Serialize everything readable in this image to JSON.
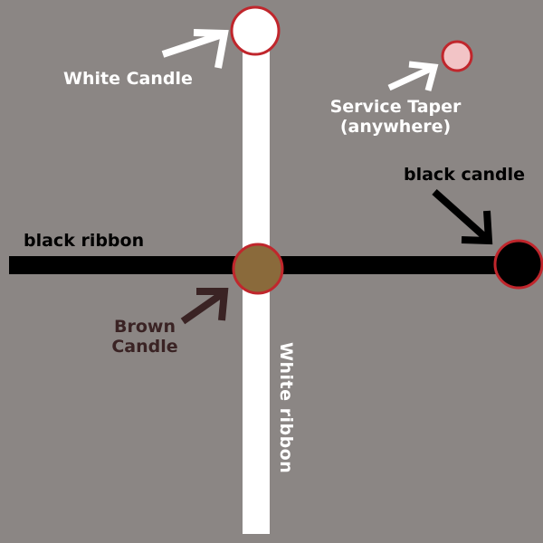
{
  "labels": {
    "white_candle": "White Candle",
    "service_taper_line1": "Service Taper",
    "service_taper_line2": "(anywhere)",
    "black_candle": "black candle",
    "black_ribbon": "black ribbon",
    "brown_candle_line1": "Brown",
    "brown_candle_line2": "Candle",
    "white_ribbon": "White ribbon"
  },
  "colors": {
    "background": "#8b8684",
    "white_ribbon": "#ffffff",
    "black_ribbon": "#000000",
    "candle_outline": "#c0262c",
    "white_candle_fill": "#ffffff",
    "service_taper_fill": "#f2c4c6",
    "brown_candle_fill": "#8a6a3b",
    "black_candle_fill": "#000000",
    "brown_arrow": "#3a2324"
  }
}
